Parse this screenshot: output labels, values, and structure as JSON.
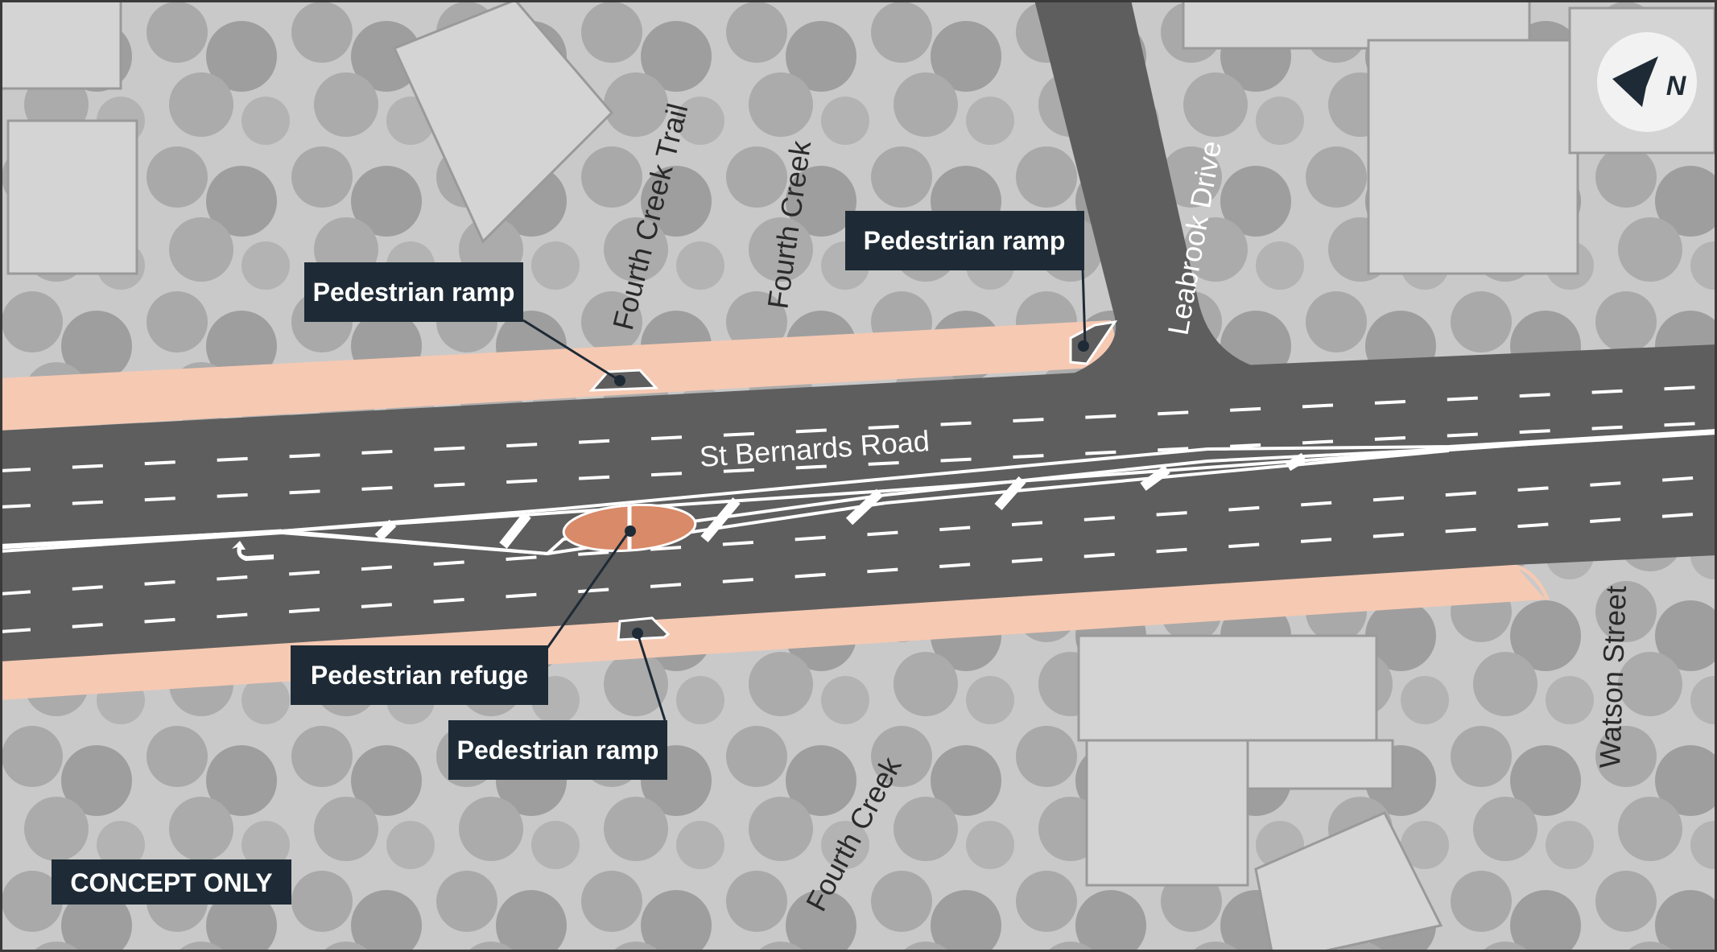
{
  "map": {
    "streets": {
      "st_bernards_road": "St Bernards Road",
      "leabrook_drive": "Leabrook Drive",
      "watson_street": "Watson Street",
      "fourth_creek_trail": "Fourth Creek Trail",
      "fourth_creek_north": "Fourth Creek",
      "fourth_creek_south": "Fourth Creek"
    },
    "callouts": {
      "ramp_north_west": "Pedestrian ramp",
      "ramp_north_east": "Pedestrian ramp",
      "refuge": "Pedestrian refuge",
      "ramp_south": "Pedestrian ramp"
    },
    "badge": "CONCEPT ONLY",
    "north_arrow": {
      "label": "N",
      "icon": "north-arrow-icon"
    },
    "colors": {
      "road": "#5e5e5e",
      "footpath": "#f6c9b3",
      "refuge": "#d98a68",
      "callout": "#1e2b36",
      "aerial_background": "#c8c8c8"
    }
  }
}
